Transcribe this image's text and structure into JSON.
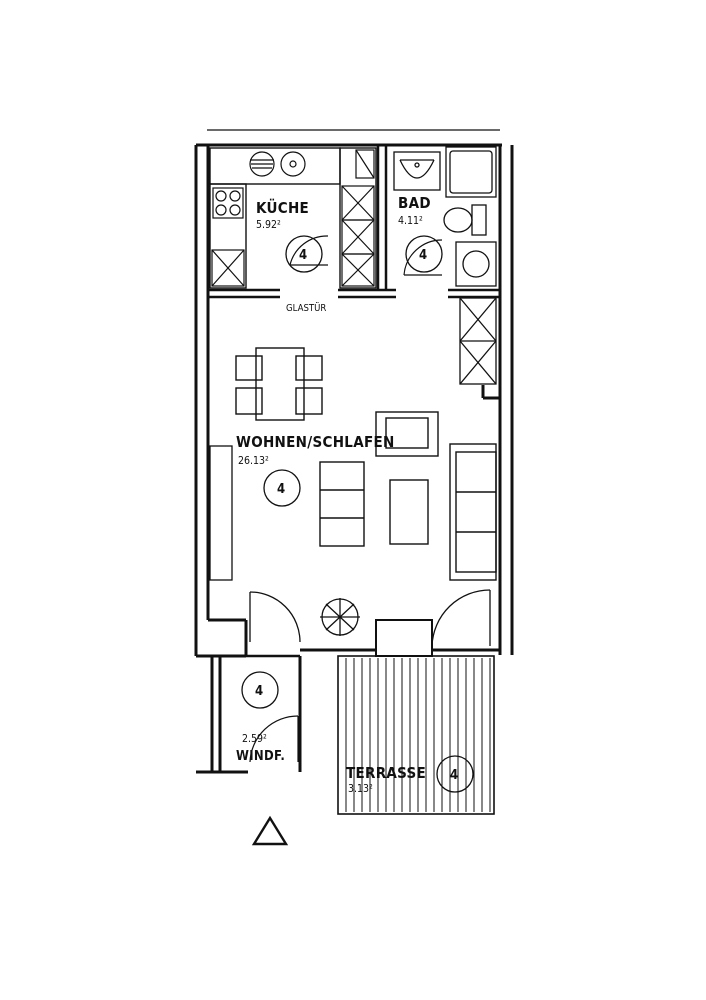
{
  "rooms": {
    "kitchen": {
      "name": "KÜCHE",
      "area": "5.92²",
      "marker": "4"
    },
    "bath": {
      "name": "BAD",
      "area": "4.11²",
      "marker": "4"
    },
    "living": {
      "name": "WOHNEN/SCHLAFEN",
      "area": "26.13²",
      "marker": "4"
    },
    "entry": {
      "name": "WINDF.",
      "area": "2.59²",
      "marker": "4"
    },
    "terrace": {
      "name": "TERRASSE",
      "area": "3.13²",
      "marker": "4"
    }
  },
  "door_label": "GLASTÜR",
  "north_symbol": "triangle"
}
